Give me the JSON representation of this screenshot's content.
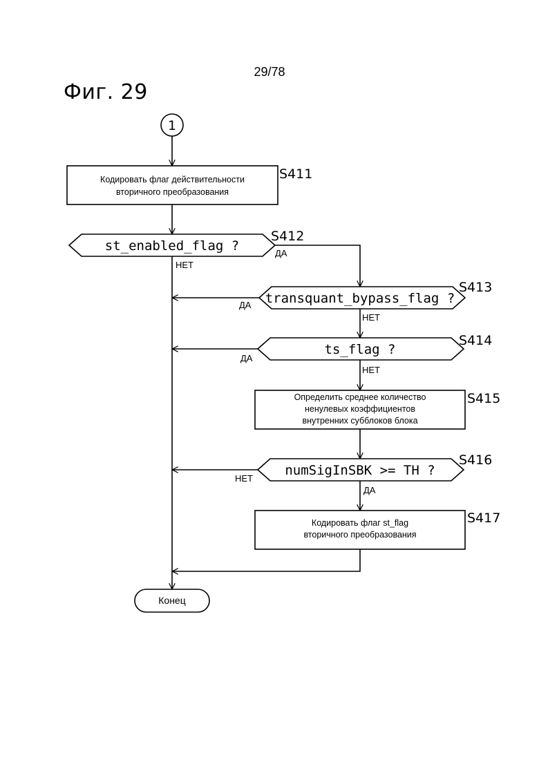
{
  "page_number": "29/78",
  "figure_title": "Фиг. 29",
  "connector_label": "1",
  "steps": {
    "s411": {
      "id": "S411",
      "lines": [
        "Кодировать флаг действительности",
        "вторичного преобразования"
      ]
    },
    "s412": {
      "id": "S412",
      "text": "st_enabled_flag ?",
      "yes": "ДА",
      "no": "НЕТ"
    },
    "s413": {
      "id": "S413",
      "text": "transquant_bypass_flag ?",
      "yes": "ДА",
      "no": "НЕТ"
    },
    "s414": {
      "id": "S414",
      "text": "ts_flag ?",
      "yes": "ДА",
      "no": "НЕТ"
    },
    "s415": {
      "id": "S415",
      "lines": [
        "Определить среднее количество",
        "ненулевых коэффициентов",
        "внутренних субблоков блока"
      ]
    },
    "s416": {
      "id": "S416",
      "text": "numSigInSBK >= TH ?",
      "yes": "ДА",
      "no": "НЕТ"
    },
    "s417": {
      "id": "S417",
      "lines": [
        "Кодировать флаг st_flag",
        "вторичного преобразования"
      ]
    }
  },
  "end_label": "Конец"
}
